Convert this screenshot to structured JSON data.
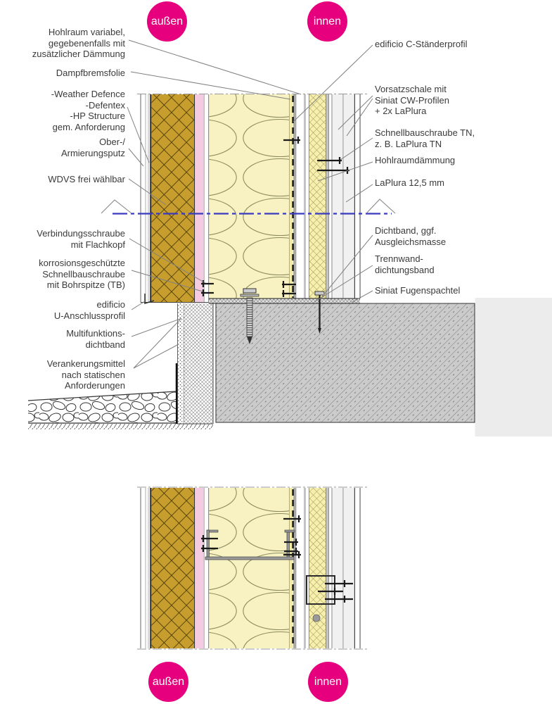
{
  "badges": {
    "top_left": "außen",
    "top_right": "innen",
    "bottom_left": "außen",
    "bottom_right": "innen"
  },
  "labels_left": [
    "Hohlraum variabel,\ngegebenenfalls mit\nzusätzlicher Dämmung",
    "Dampfbremsfolie",
    "-Weather Defence\n-Defentex\n-HP Structure\ngem. Anforderung",
    "Ober-/\nArmierungsputz",
    "WDVS frei wählbar",
    "Verbindungsschraube\nmit Flachkopf",
    "korrosionsgeschützte\nSchnellbauschraube\nmit Bohrspitze (TB)",
    "edificio\nU-Anschlussprofil",
    "Multifunktions-\ndichtband",
    "Verankerungsmittel\nnach statischen\nAnforderungen"
  ],
  "labels_right": [
    "edificio C-Ständerprofil",
    "Vorsatzschale mit\nSiniat CW-Profilen\n+ 2x LaPlura",
    "Schnellbauschraube TN,\nz. B. LaPlura TN",
    "Hohlraumdämmung",
    "LaPlura 12,5 mm",
    "Dichtband, ggf.\nAusgleichsmasse",
    "Trennwand-\ndichtungsband",
    "Siniat Fugenspachtel"
  ],
  "colors": {
    "accent": "#E6007E",
    "axis_blue": "#3A3ABE",
    "wdvs_gold": "#C79E2E",
    "wool_cream": "#F8F2C2",
    "insulation_yellow": "#F6EFAD",
    "pink_board": "#F5CBE1",
    "concrete_gray": "#CBCBCB",
    "label_text": "#3A3A3A"
  }
}
